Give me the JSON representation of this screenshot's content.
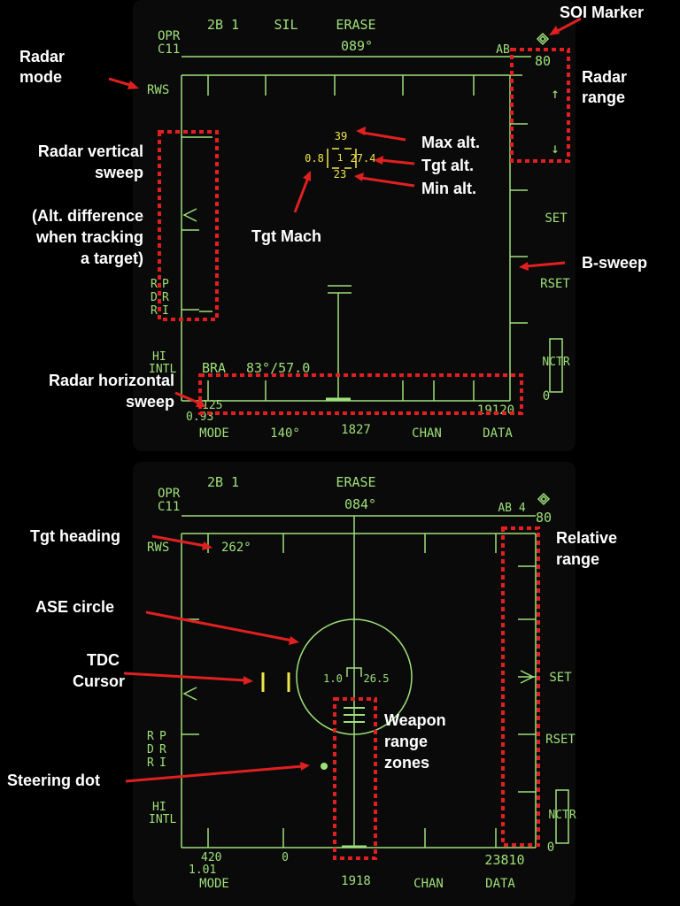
{
  "top": {
    "buttons_top": [
      "2B 1",
      "SIL",
      "ERASE"
    ],
    "opr": "OPR",
    "c11": "C11",
    "heading": "089°",
    "ab": "AB",
    "range": "80",
    "up_arrow": "↑",
    "down_arrow": "↓",
    "rws": "RWS",
    "max_alt": "39",
    "tgt_alt": "27.4",
    "tgt_mach": "0.8",
    "cursor_val": "1",
    "min_alt": "23",
    "set": "SET",
    "rset": "RSET",
    "nctr": "NCTR",
    "zero": "0",
    "rdr": [
      "R",
      "D",
      "R"
    ],
    "pri": [
      "P",
      "R",
      "I"
    ],
    "hi": "HI",
    "intl": "INTL",
    "bra": "BRA",
    "bra_val": "83°/57.0",
    "bl_num": "125",
    "bl_num2": "0.93",
    "br_num": "19120",
    "buttons_bottom": [
      "MODE",
      "140°",
      "1827",
      "CHAN",
      "DATA"
    ]
  },
  "bottom": {
    "buttons_top": [
      "2B 1",
      "ERASE"
    ],
    "opr": "OPR",
    "c11": "C11",
    "heading": "084°",
    "ab": "AB 4",
    "range": "80",
    "rws": "RWS",
    "tgt_heading": "262°",
    "ase_left": "1.0",
    "ase_right": "26.5",
    "set": "SET",
    "rset": "RSET",
    "nctr": "NCTR",
    "zero": "0",
    "rdr": [
      "R",
      "D",
      "R"
    ],
    "pri": [
      "P",
      "R",
      "I"
    ],
    "hi": "HI",
    "intl": "INTL",
    "bl_num": "420",
    "bl_num2": "1.01",
    "bl_zero": "0",
    "br_num": "23810",
    "buttons_bottom": [
      "MODE",
      "1918",
      "CHAN",
      "DATA"
    ]
  },
  "annotations": {
    "soi_marker": "SOI Marker",
    "radar_mode": [
      "Radar",
      "mode"
    ],
    "radar_range": [
      "Radar",
      "range"
    ],
    "max_alt": "Max alt.",
    "tgt_alt": "Tgt alt.",
    "min_alt": "Min alt.",
    "radar_vertical_sweep": [
      "Radar vertical",
      "sweep"
    ],
    "alt_difference": [
      "(Alt. difference",
      "when tracking",
      "a target)"
    ],
    "tgt_mach": "Tgt Mach",
    "b_sweep": "B-sweep",
    "radar_horizontal_sweep": [
      "Radar horizontal",
      "sweep"
    ],
    "tgt_heading": "Tgt heading",
    "relative_range": [
      "Relative",
      "range"
    ],
    "ase_circle": "ASE circle",
    "tdc_cursor": [
      "TDC",
      "Cursor"
    ],
    "weapon_range_zones": [
      "Weapon",
      "range",
      "zones"
    ],
    "steering_dot": "Steering dot"
  }
}
